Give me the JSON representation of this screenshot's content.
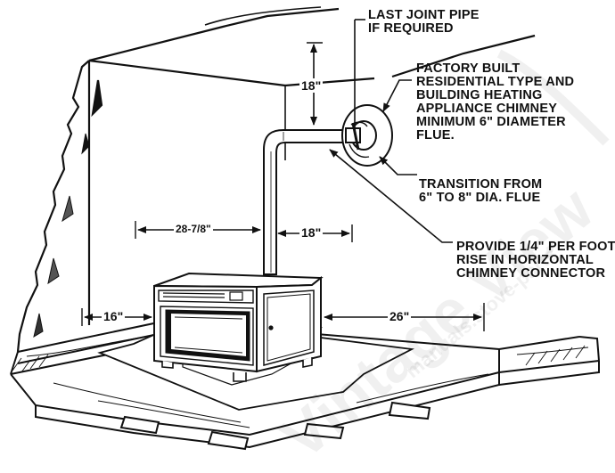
{
  "callouts": {
    "last_joint": [
      "LAST JOINT PIPE",
      "IF REQUIRED"
    ],
    "chimney": [
      "FACTORY BUILT",
      "RESIDENTIAL TYPE AND",
      "BUILDING HEATING",
      "APPLIANCE CHIMNEY",
      "MINIMUM  6\"  DIAMETER",
      "FLUE."
    ],
    "transition": [
      "TRANSITION FROM",
      "6\" TO 8\" DIA. FLUE"
    ],
    "rise": [
      "PROVIDE 1/4\" PER FOOT",
      "RISE IN HORIZONTAL",
      "CHIMNEY CONNECTOR"
    ]
  },
  "dimensions": {
    "ceiling_clearance": "18\"",
    "left_wall_to_pipe": "28-7/8\"",
    "pipe_to_chimney": "18\"",
    "left_side": "16\"",
    "right_side": "26\""
  },
  "watermark": {
    "large": "Vintage View",
    "small": "manuals.stove-parts"
  }
}
